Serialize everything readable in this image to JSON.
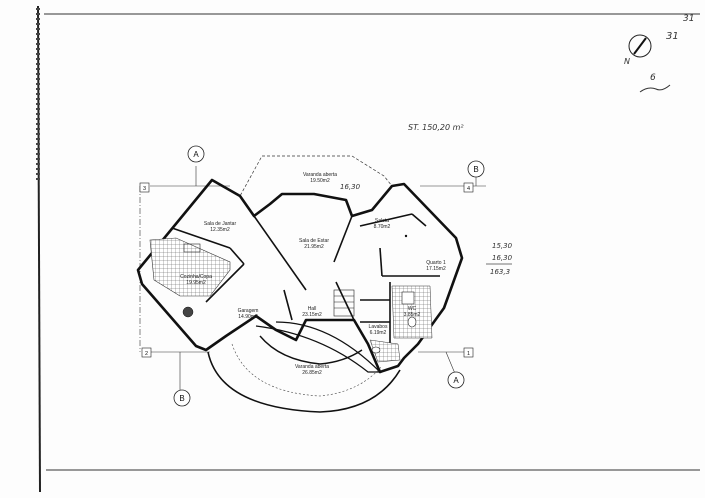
{
  "page_number": "31",
  "handwritten": {
    "sheet_ref": "31",
    "north_letter": "N",
    "area_note": "ST. 150,20 m²",
    "veranda_note": "16,30",
    "calc_lines": [
      "15,30",
      "16,30",
      "163,3"
    ],
    "initials": "6"
  },
  "grid_labels": {
    "a_top": "A",
    "a_bottom": "A",
    "b_right": "B",
    "b_bottom": "B",
    "n1": "1",
    "n2": "2",
    "n3": "3",
    "n4": "4"
  },
  "rooms": {
    "varanda_top": {
      "name": "Varanda aberta",
      "area": "19.50m2"
    },
    "sala_jantar": {
      "name": "Sala de Jantar",
      "area": "12.35m2"
    },
    "sala_estar": {
      "name": "Sala de Estar",
      "area": "21.95m2"
    },
    "saleta": {
      "name": "Saleta",
      "area": "8.70m2"
    },
    "quarto": {
      "name": "Quarto 1",
      "area": "17.15m2"
    },
    "cozinha": {
      "name": "Cozinha/Copa",
      "area": "19.95m2"
    },
    "garagem": {
      "name": "Garagem",
      "area": "14.90m2"
    },
    "hall": {
      "name": "Hall",
      "area": "23.15m2"
    },
    "lavabos": {
      "name": "Lavabos",
      "area": "6.19m2"
    },
    "wc": {
      "name": "WC",
      "area": "3.85m2"
    },
    "varanda_bottom": {
      "name": "Varanda aberta",
      "area": "26.85m2"
    }
  }
}
